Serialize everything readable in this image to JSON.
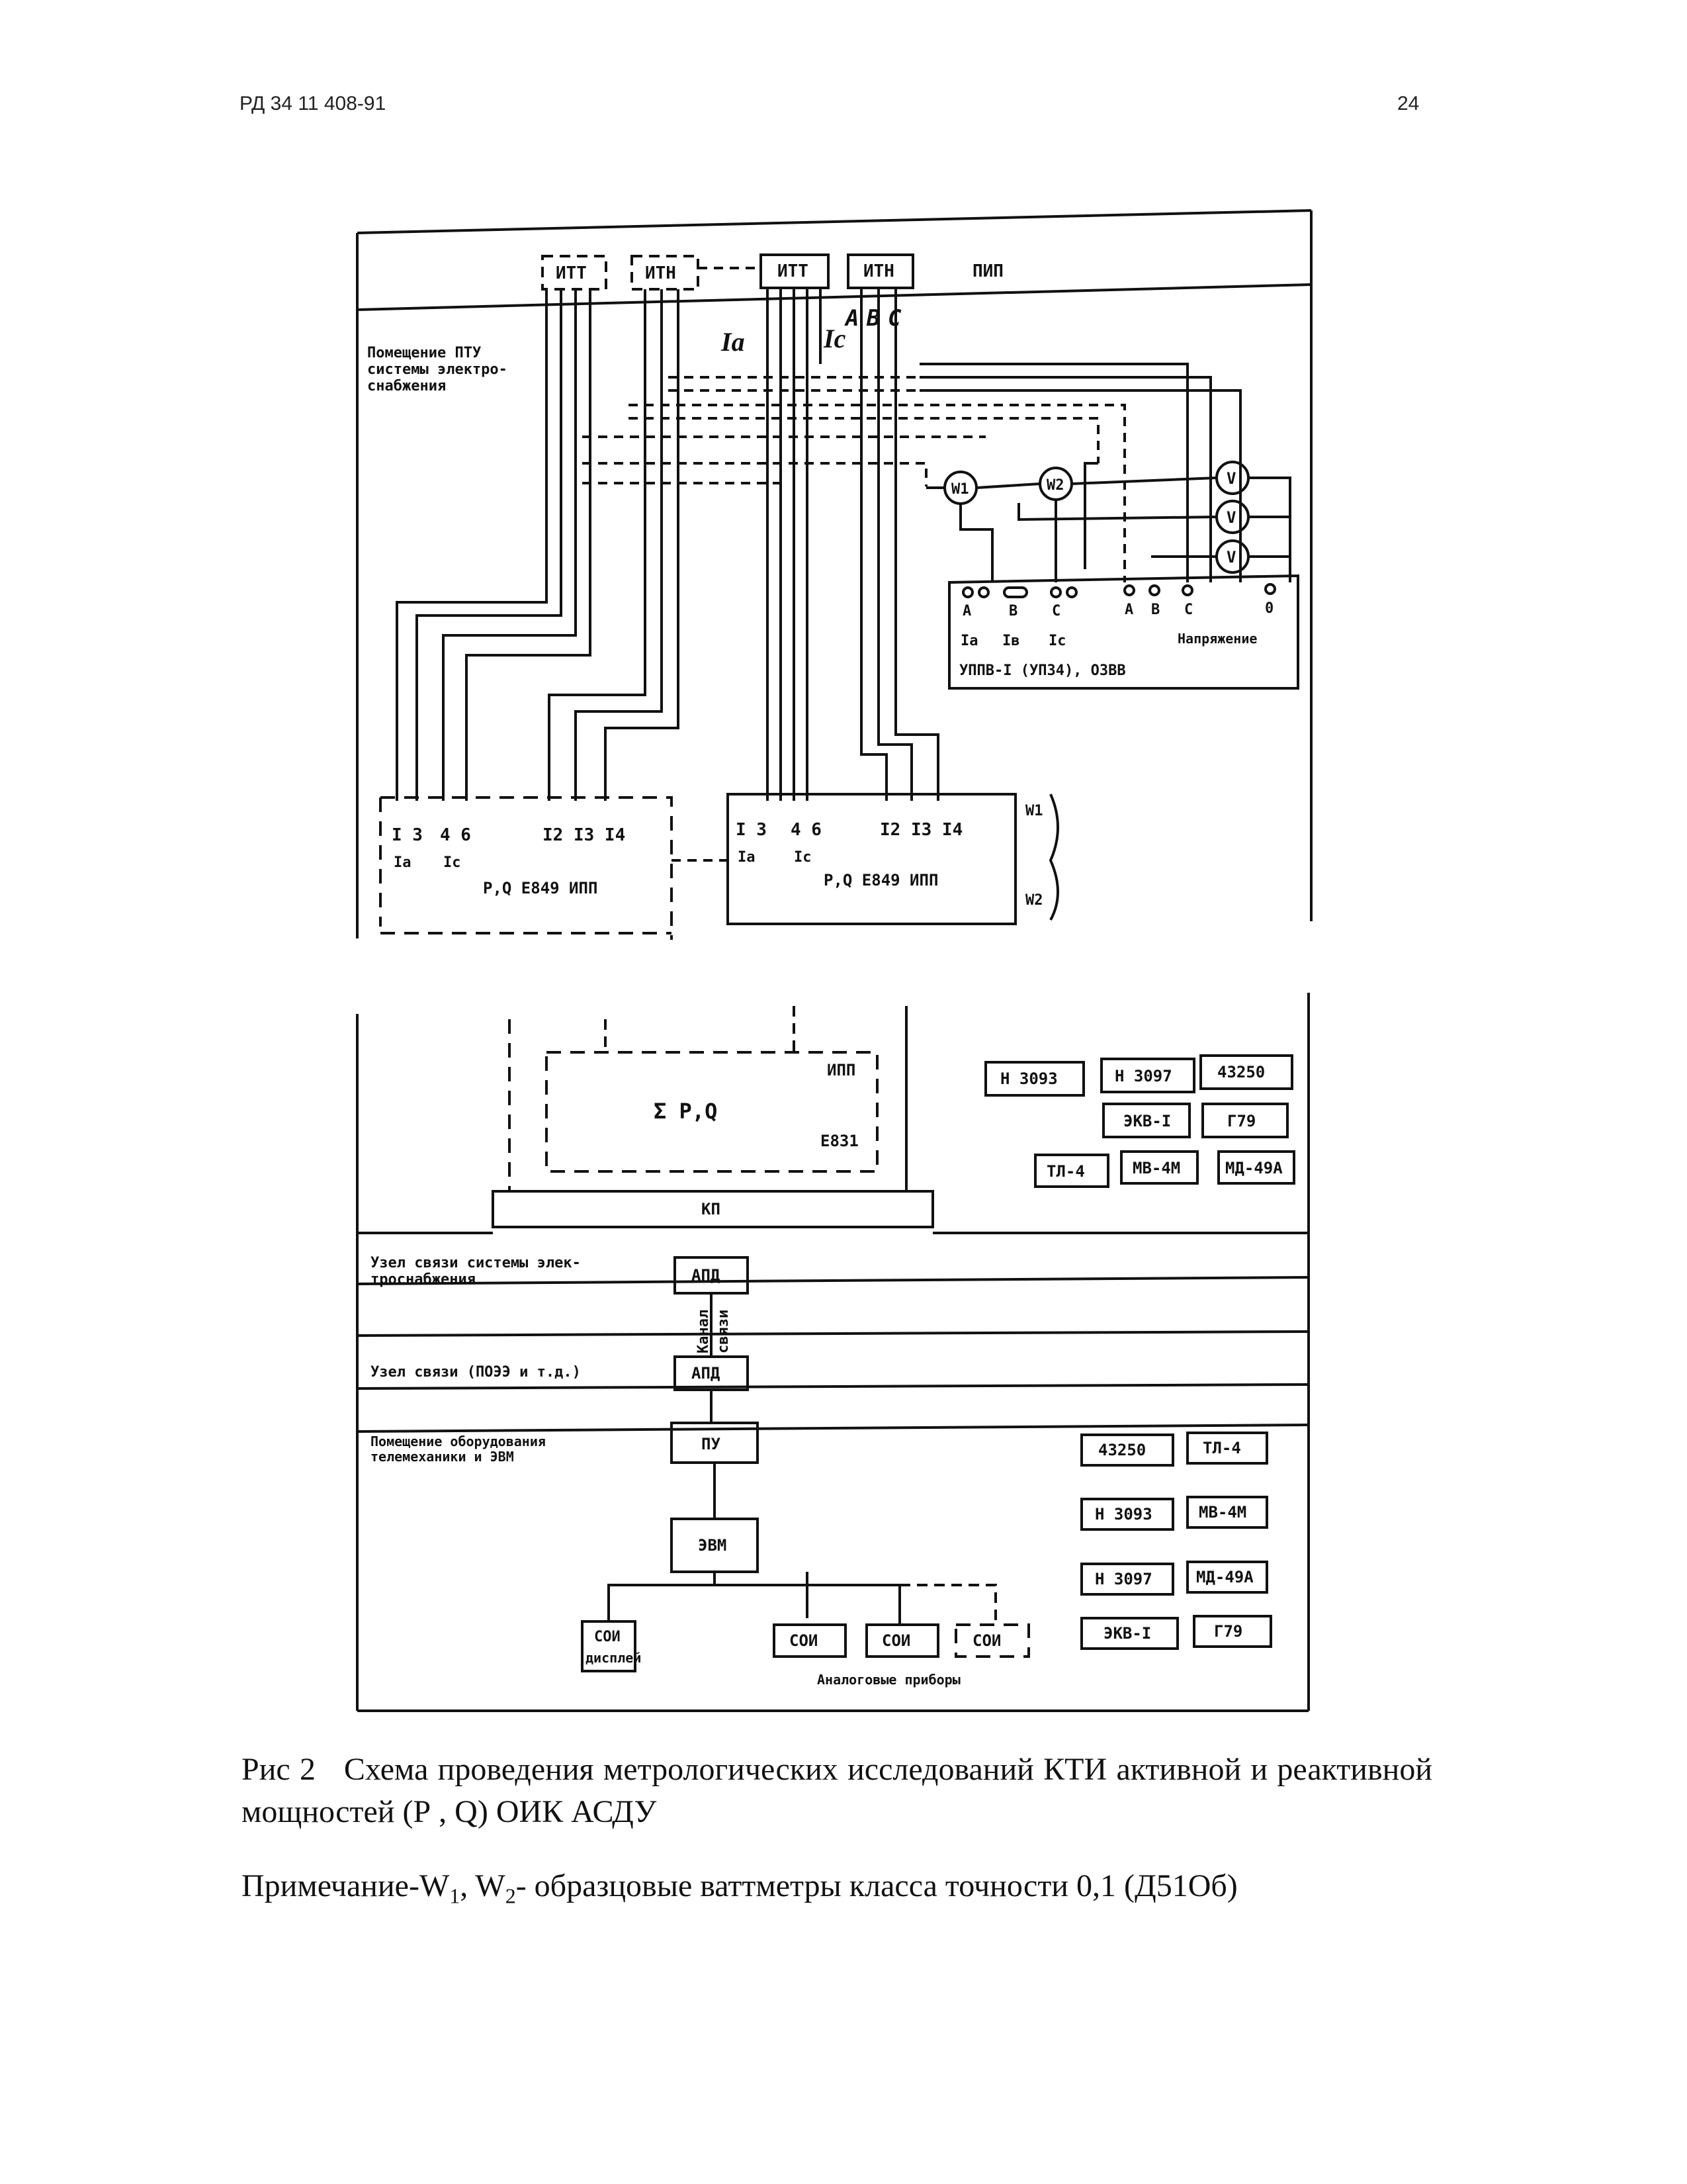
{
  "header": {
    "doc_code": "РД 34 11 408-91",
    "page_number": "24"
  },
  "diagram": {
    "top": {
      "boxes": {
        "itt_dashed": "ИТТ",
        "itn_dashed": "ИТН",
        "itt": "ИТТ",
        "itn": "ИТН",
        "pip": "ПИП"
      },
      "room_label": [
        "Помещение ПТУ",
        "системы электро-",
        "снабжения"
      ],
      "phases": {
        "ia": "Ia",
        "ic": "Ic",
        "a": "A",
        "b": "B",
        "c": "C"
      },
      "wattmeters": [
        "W1",
        "W2"
      ],
      "voltmeter": "V",
      "uppv": {
        "terminals_current": [
          "A",
          "B",
          "C"
        ],
        "terminals_voltage": [
          "A",
          "B",
          "C",
          "0"
        ],
        "labels": [
          "Ia",
          "Iв",
          "Ic"
        ],
        "voltage_label": "Напряжение",
        "name": "УППВ-I (УП34), ОЗВВ"
      },
      "transducer_left": {
        "pins": [
          "I 3",
          "4 6",
          "I2 I3 I4"
        ],
        "sub": [
          "Ia",
          "Ic"
        ],
        "name": "P,Q E849 ИПП"
      },
      "transducer_right": {
        "pins": [
          "I 3",
          "4 6",
          "I2 I3 I4"
        ],
        "sub": [
          "Ia",
          "Ic"
        ],
        "name": "P,Q E849 ИПП"
      },
      "w_labels": [
        "W1",
        "W2"
      ]
    },
    "bottom": {
      "summator": {
        "sigma": "Σ P,Q",
        "code1": "ИПП",
        "code2": "E831"
      },
      "kp": "КП",
      "instruments_top": [
        "Н 3093",
        "Н 3097",
        "43250",
        "ЭКВ-I",
        "Г79",
        "ТЛ-4",
        "МВ-4М",
        "МД-49А"
      ],
      "zone1": [
        "Узел связи системы элек-",
        "троснабжения"
      ],
      "apd1": "АПД",
      "channel": [
        "Канал",
        "связи"
      ],
      "zone2": "Узел связи (ПОЭЭ и т.д.)",
      "apd2": "АПД",
      "zone3": [
        "Помещение оборудования",
        "телемеханики и ЭВМ"
      ],
      "pu": "ПУ",
      "evm": "ЭВМ",
      "soi_display": [
        "СОИ",
        "дисплей"
      ],
      "soi": [
        "СОИ",
        "СОИ",
        "СОИ"
      ],
      "analog_label": "Аналоговые приборы",
      "instruments_bottom": [
        "43250",
        "ТЛ-4",
        "Н 3093",
        "МВ-4М",
        "Н 3097",
        "МД-49А",
        "ЭКВ-I",
        "Г79"
      ]
    }
  },
  "caption": {
    "prefix": "Рис 2",
    "text": "Схема проведения метрологических исследований КТИ активной и реактивной мощностей (Р , Q) ОИК АСДУ"
  },
  "note": {
    "p1": "Примечание-W",
    "s1": "1",
    "p2": ", W",
    "s2": "2",
    "p3": "- образцовые ваттметры класса точности 0,1 (Д51Об)"
  }
}
